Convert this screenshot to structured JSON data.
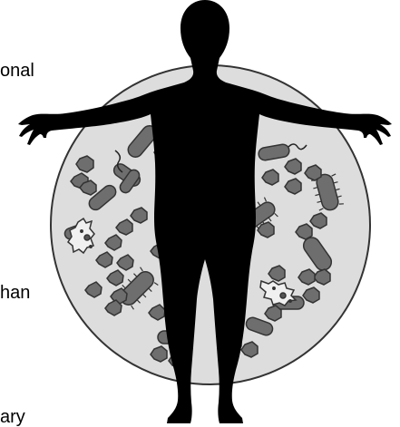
{
  "labels": {
    "top": "onal",
    "middle": "han",
    "bottom": "ary"
  },
  "colors": {
    "dish_fill": "#dddddd",
    "dish_stroke": "#333333",
    "microbe_fill": "#6e6e6e",
    "microbe_stroke": "#333333",
    "protist_fill": "#f0f0f0",
    "silhouette": "#000000"
  }
}
